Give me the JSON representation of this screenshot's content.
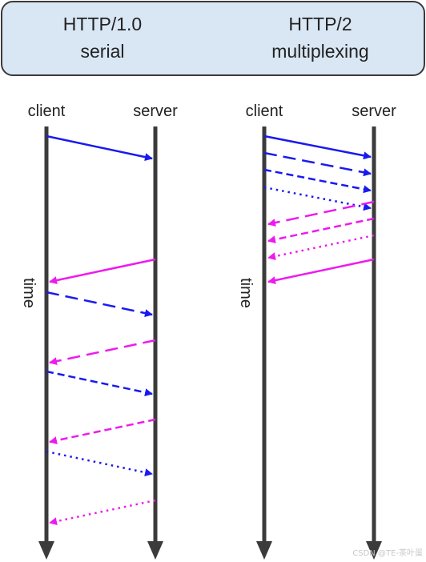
{
  "header": {
    "left_title": "HTTP/1.0",
    "left_subtitle": "serial",
    "right_title": "HTTP/2",
    "right_subtitle": "multiplexing"
  },
  "labels": {
    "client": "client",
    "server": "server",
    "time": "time"
  },
  "watermark": "CSDN @TE-茶叶蛋",
  "colors": {
    "header_fill": "#d9e6f4",
    "header_stroke": "#3b3b3b",
    "lifeline": "#3b3b3b",
    "request": "#1a1aee",
    "response": "#ee1aee"
  },
  "left_messages": [
    {
      "kind": "request",
      "style": "solid"
    },
    {
      "kind": "response",
      "style": "solid"
    },
    {
      "kind": "request",
      "style": "long-dash"
    },
    {
      "kind": "response",
      "style": "long-dash"
    },
    {
      "kind": "request",
      "style": "short-dash"
    },
    {
      "kind": "response",
      "style": "short-dash"
    },
    {
      "kind": "request",
      "style": "dotted"
    },
    {
      "kind": "response",
      "style": "dotted"
    }
  ],
  "right_messages": [
    {
      "kind": "request",
      "style": "solid"
    },
    {
      "kind": "request",
      "style": "long-dash"
    },
    {
      "kind": "request",
      "style": "short-dash"
    },
    {
      "kind": "request",
      "style": "dotted"
    },
    {
      "kind": "response",
      "style": "long-dash"
    },
    {
      "kind": "response",
      "style": "short-dash"
    },
    {
      "kind": "response",
      "style": "dotted"
    },
    {
      "kind": "response",
      "style": "solid"
    }
  ]
}
